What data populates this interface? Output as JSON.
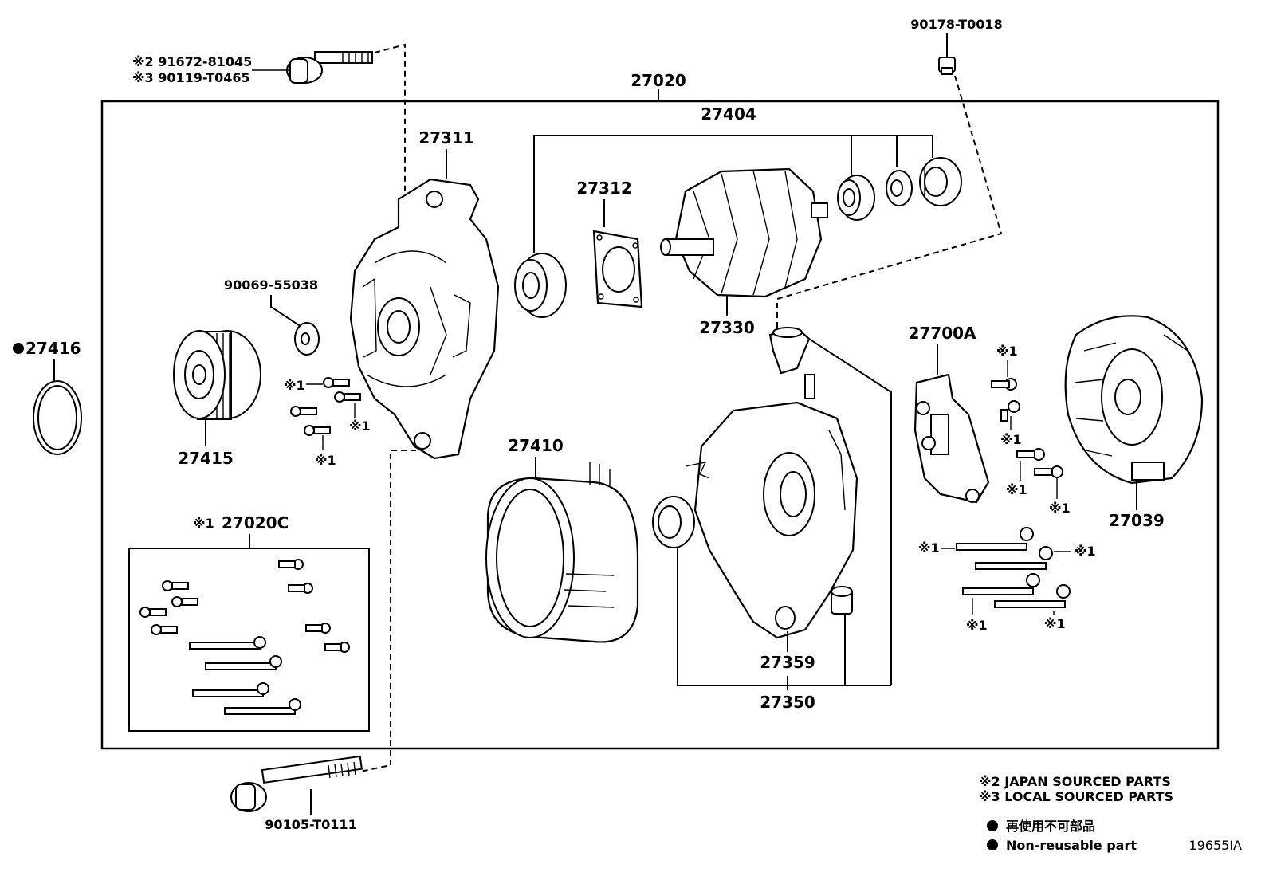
{
  "diagram": {
    "assembly_label": "27020",
    "labels": {
      "bolt_top_left_a": "※2 91672-81045",
      "bolt_top_left_b": "※3 90119-T0465",
      "nut_top_right": "90178-T0018",
      "frame_front": "27311",
      "brg_kit": "27404",
      "plate": "27312",
      "rotor": "27330",
      "washer": "90069-55038",
      "ring_ext": "27416",
      "pulley": "27415",
      "kit_small": "27020C",
      "kit_small_mark": "※1",
      "stator": "27410",
      "regulator": "27700A",
      "cover": "27039",
      "insulator": "27359",
      "frame_rear": "27350",
      "bolt_bottom": "90105-T0111"
    },
    "marks": {
      "m1": "※1",
      "m2": "※1",
      "m3": "※1",
      "m4": "※1",
      "m5": "※1",
      "m6": "※1",
      "m7": "※1",
      "m8": "※1",
      "m9": "※1",
      "m10": "※1",
      "m11": "※1"
    },
    "legend": {
      "japan": "※2 JAPAN SOURCED PARTS",
      "local": "※3 LOCAL SOURCED PARTS",
      "nonreuse_jp": "再使用不可部品",
      "nonreuse_en": "Non-reusable part",
      "ref_code": "19655IA"
    }
  }
}
